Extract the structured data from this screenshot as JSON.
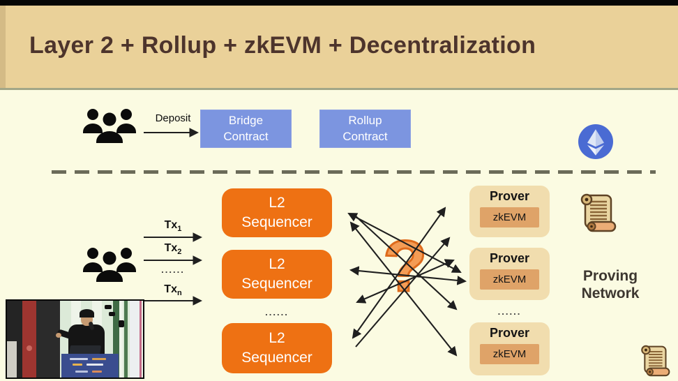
{
  "slide": {
    "title": "Layer 2 + Rollup + zkEVM + Decentralization"
  },
  "top_row": {
    "deposit_label": "Deposit",
    "bridge_contract": {
      "line1": "Bridge",
      "line2": "Contract"
    },
    "rollup_contract": {
      "line1": "Rollup",
      "line2": "Contract"
    }
  },
  "transactions": {
    "rows": [
      {
        "label": "Tx",
        "sub": "1"
      },
      {
        "label": "Tx",
        "sub": "2"
      },
      {
        "label": "Tx",
        "sub": "n"
      }
    ],
    "dots": "......"
  },
  "sequencers": {
    "items": [
      {
        "line1": "L2",
        "line2": "Sequencer"
      },
      {
        "line1": "L2",
        "line2": "Sequencer"
      },
      {
        "line1": "L2",
        "line2": "Sequencer"
      }
    ],
    "dots": "......"
  },
  "question_mark": "?",
  "provers": {
    "items": [
      {
        "title": "Prover",
        "chip": "zkEVM"
      },
      {
        "title": "Prover",
        "chip": "zkEVM"
      },
      {
        "title": "Prover",
        "chip": "zkEVM"
      }
    ],
    "dots": "......",
    "network_label": {
      "line1": "Proving",
      "line2": "Network"
    }
  },
  "icons": {
    "users_top": "users-group-icon",
    "users_bottom": "users-group-icon",
    "ethereum": "ethereum-logo-icon",
    "scroll_top": "scroll-proof-icon",
    "scroll_bottom": "scroll-proof-icon"
  },
  "colors": {
    "header_bg": "#EAD199",
    "title_text": "#4D342C",
    "body_bg": "#FBFBE2",
    "contract_blue": "#7C95E0",
    "sequencer_orange": "#EE7113",
    "prover_tan": "#F1DDAE",
    "zkevm_chip": "#DFA368",
    "ethereum_blue": "#4A6BD3",
    "question_mark_orange": "#F49C55",
    "dash_gray": "#6B6B59"
  }
}
